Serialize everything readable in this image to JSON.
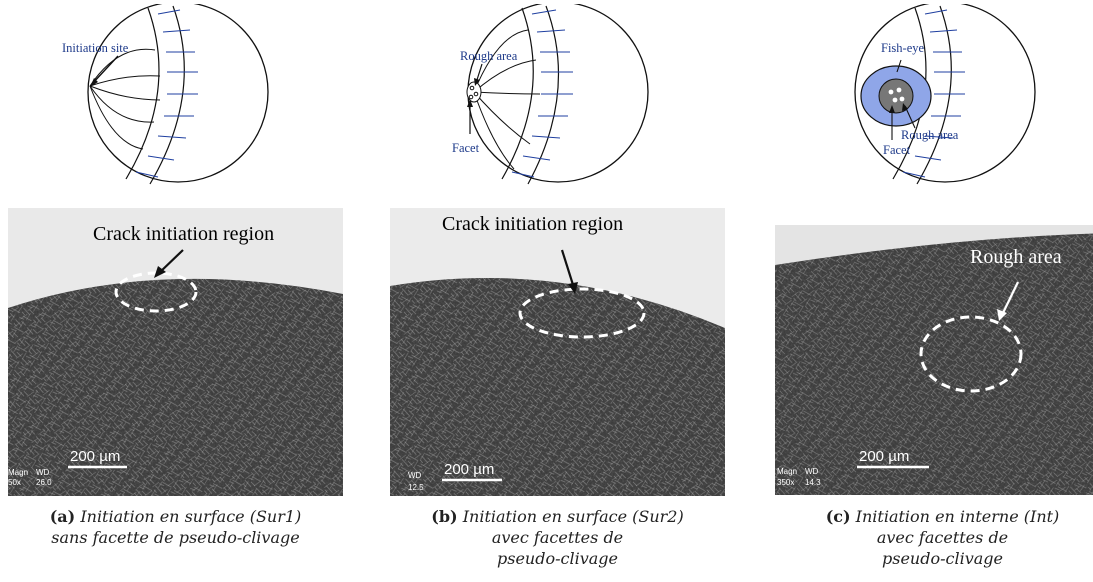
{
  "panels": [
    {
      "schematic": {
        "labels": {
          "initiation_site": "Initiation site"
        }
      },
      "photo": {
        "annotation": "Crack initiation region",
        "scale_bar": "200 µm",
        "info": {
          "mag": "Magn",
          "wd": "WD",
          "mag_val": "50x",
          "wd_val": "26.0"
        }
      },
      "caption": {
        "letter": "(a)",
        "text_line1": "Initiation en surface (Sur1)",
        "text_line2": "sans facette de pseudo-clivage"
      }
    },
    {
      "schematic": {
        "labels": {
          "rough_area": "Rough area",
          "facet": "Facet"
        }
      },
      "photo": {
        "annotation": "Crack initiation region",
        "scale_bar": "200 µm",
        "info": {
          "wd": "WD",
          "wd_val": "12.5"
        }
      },
      "caption": {
        "letter": "(b)",
        "text_line1": "Initiation en surface (Sur2)",
        "text_line2": "avec facettes de",
        "text_line3": "pseudo-clivage"
      }
    },
    {
      "schematic": {
        "labels": {
          "fish_eye": "Fish-eye",
          "rough_area": "Rough area",
          "facet": "Facet"
        }
      },
      "photo": {
        "annotation": "Rough area",
        "scale_bar": "200 µm",
        "info": {
          "mag": "Magn",
          "wd": "WD",
          "mag_val": "350x",
          "wd_val": "14.3"
        }
      },
      "caption": {
        "letter": "(c)",
        "text_line1": "Initiation en interne (Int)",
        "text_line2": "avec facettes de",
        "text_line3": "pseudo-clivage"
      }
    }
  ],
  "colors": {
    "schematic_blue": "#1f3fa0",
    "fisheye_fill": "#8fa6e8",
    "photo_dark": "#3a3a3a"
  }
}
